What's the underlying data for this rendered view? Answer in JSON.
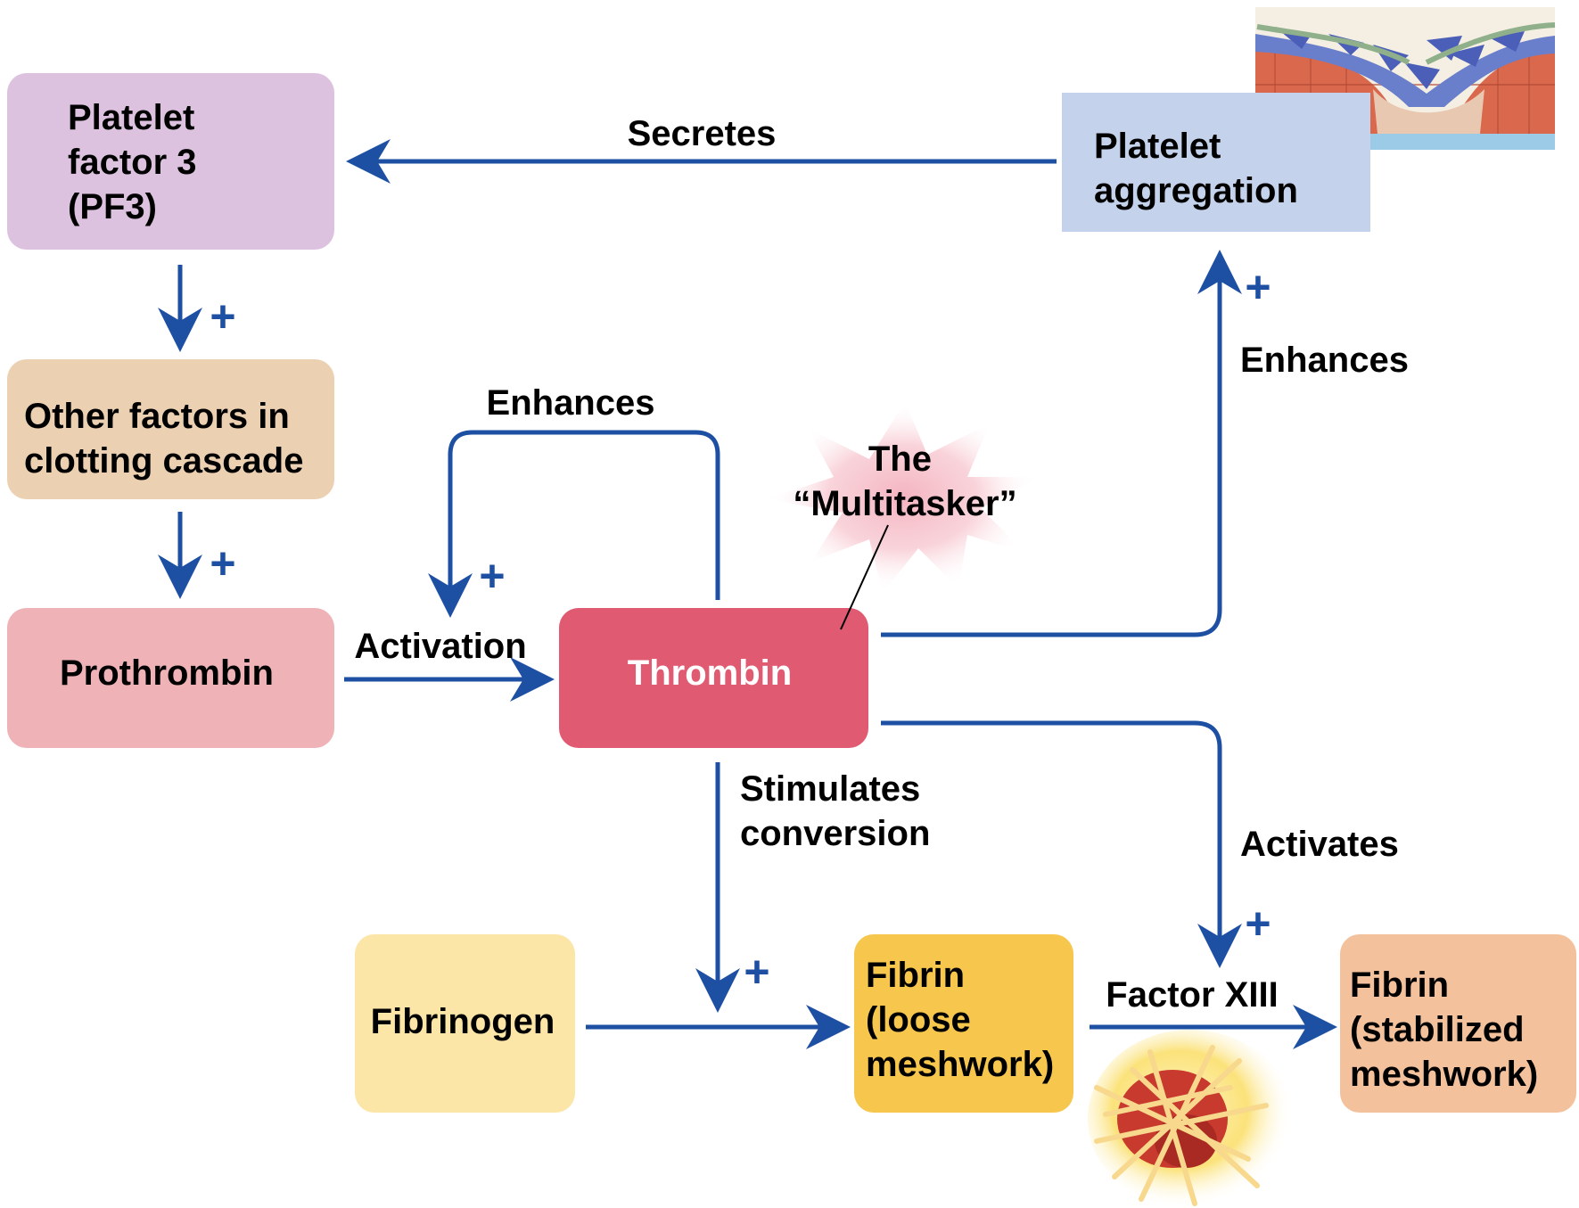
{
  "nodes": {
    "pf3": {
      "lines": [
        "Platelet",
        "factor 3",
        "(PF3)"
      ],
      "color": "#dcc2df"
    },
    "other": {
      "lines": [
        "Other factors in",
        "clotting cascade"
      ],
      "color": "#ecd0b2"
    },
    "prothrombin": {
      "label": "Prothrombin",
      "color": "#eeb2b7"
    },
    "thrombin": {
      "label": "Thrombin",
      "color": "#e05a72"
    },
    "aggregation": {
      "lines": [
        "Platelet",
        "aggregation"
      ],
      "color": "#c4d2ec"
    },
    "fibrinogen": {
      "label": "Fibrinogen",
      "color": "#fbe6a8"
    },
    "fibrin_loose": {
      "lines": [
        "Fibrin",
        "(loose",
        "meshwork)"
      ],
      "color": "#f6c64d"
    },
    "fibrin_stable": {
      "lines": [
        "Fibrin",
        "(stabilized",
        "meshwork)"
      ],
      "color": "#f3c19b"
    }
  },
  "edge_labels": {
    "secretes": "Secretes",
    "activation": "Activation",
    "enhances_left": "Enhances",
    "enhances_right": "Enhances",
    "stimulates": [
      "Stimulates",
      "conversion"
    ],
    "activates": "Activates",
    "factor_xiii": "Factor XIII"
  },
  "callout": {
    "lines": [
      "The",
      "“Multitasker”"
    ]
  },
  "plus_sign": "+",
  "arrow_color": "#1d4fa3"
}
